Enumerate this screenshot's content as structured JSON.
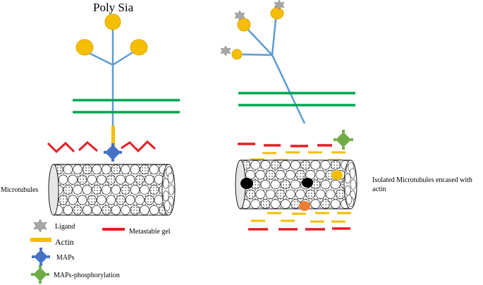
{
  "title": "Poly Sia",
  "labels": {
    "microtubules": "Microtubules",
    "isolated_microtubules": "Isolated Microtubules  encased with actin"
  },
  "legend": {
    "ligand": "Ligand",
    "actin": "Actin",
    "maps": "MAPs",
    "maps_phosphorylation": "MAPs-phosphorylation",
    "metastable_gel": "Metastable gel"
  },
  "colors": {
    "polysia": "#f6be00",
    "branch": "#5b9bd5",
    "membrane": "#00a550",
    "gel": "#e31e24",
    "actin": "#f6be00",
    "maps": "#4472c4",
    "maps_phosphorylation": "#70ad47",
    "ligand": "#a6a6a6",
    "black_dot": "#000000",
    "orange_dot": "#ed7d31",
    "microtubule_fill": "#e6e6e6"
  },
  "icons": [
    "ligand-star-icon",
    "actin-bar-icon",
    "maps-diamond-icon",
    "maps-phosphorylation-diamond-icon",
    "metastable-gel-bar-icon"
  ]
}
